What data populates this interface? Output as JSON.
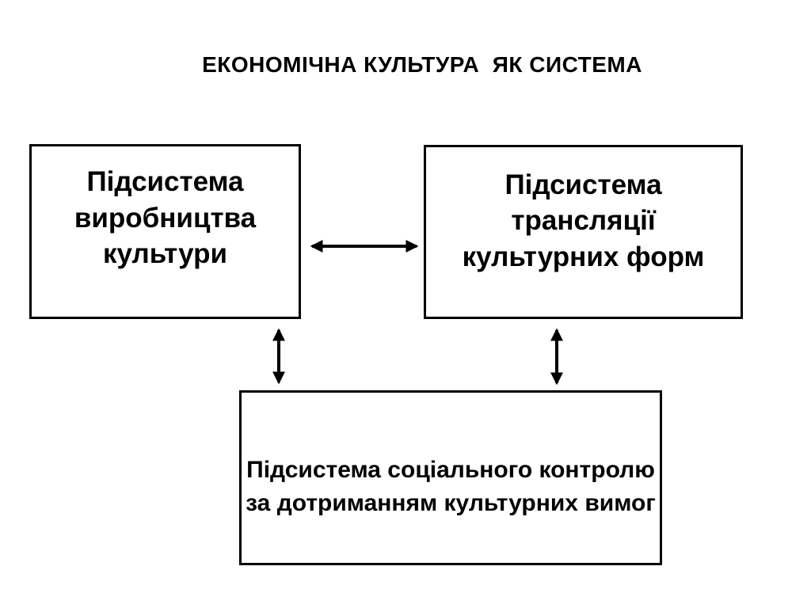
{
  "title": "ЕКОНОМІЧНА КУЛЬТУРА  ЯК СИСТЕМА",
  "boxes": {
    "production": {
      "label": "Підсистема виробництва культури"
    },
    "translation": {
      "label": "Підсистема трансляції культурних форм"
    },
    "control": {
      "label": "Підсистема соціального контролю за дотриманням культурних вимог"
    }
  },
  "colors": {
    "background": "#ffffff",
    "box_border": "#000000",
    "text": "#000000",
    "arrow": "#000000"
  }
}
